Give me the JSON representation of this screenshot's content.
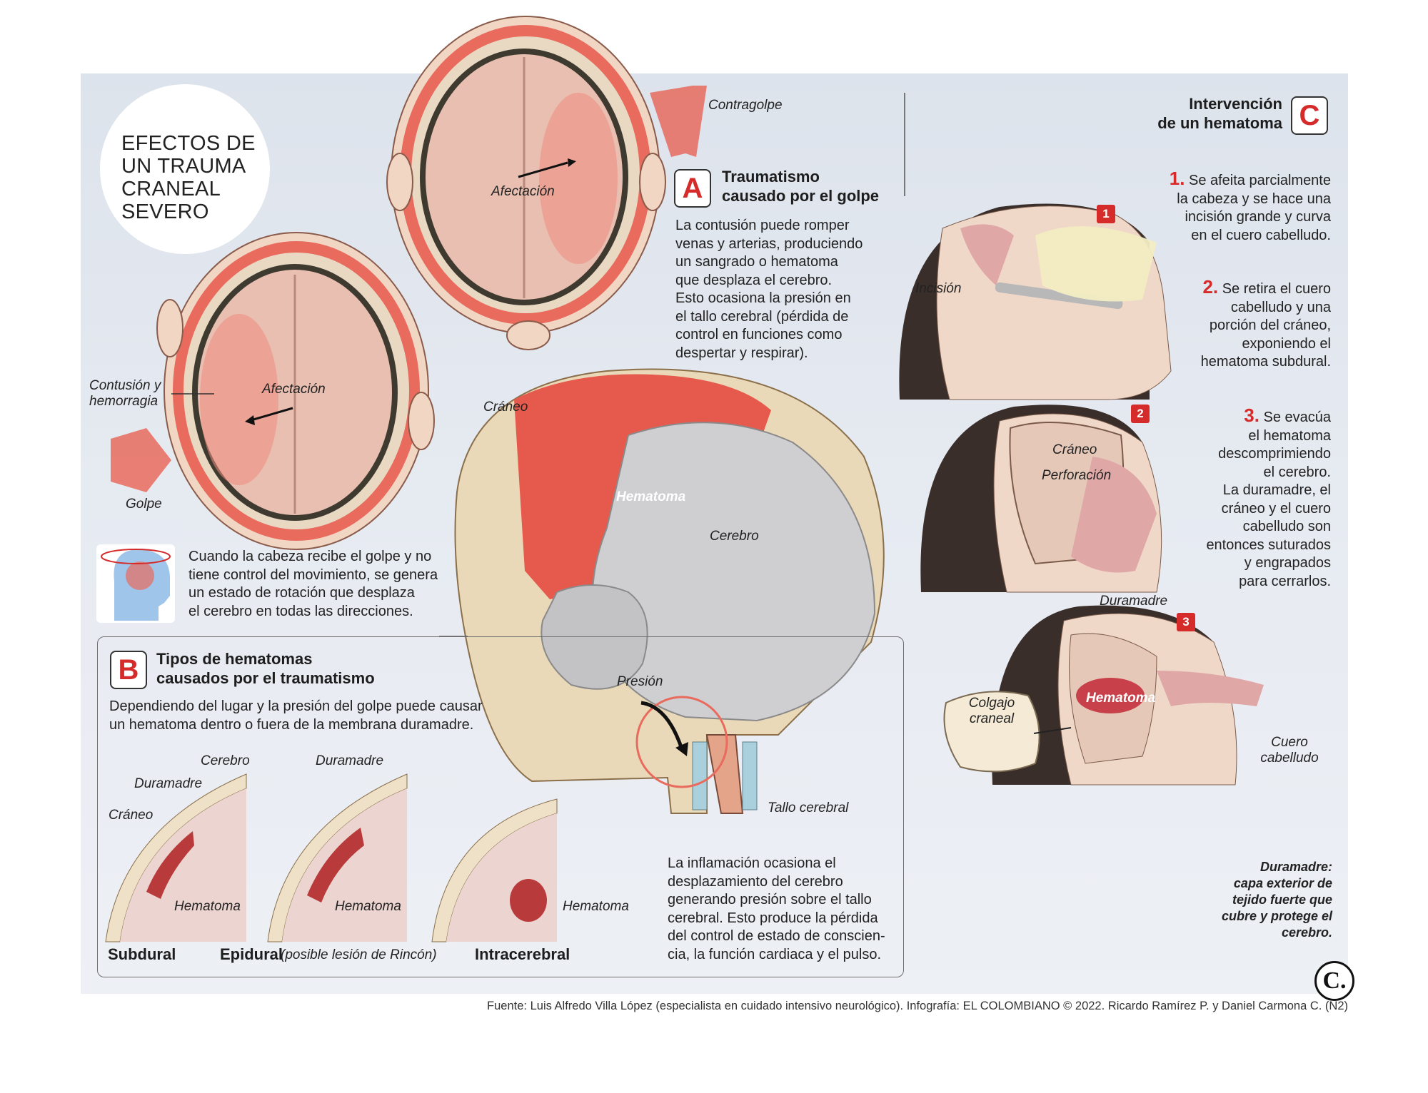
{
  "title": {
    "lines": [
      "EFECTOS DE",
      "UN TRAUMA",
      "CRANEAL",
      "SEVERO"
    ]
  },
  "skull_views": {
    "contragolpe": "Contragolpe",
    "afectacion_top": "Afectación",
    "afectacion_left": "Afectación",
    "contusion_line1": "Contusión y",
    "contusion_line2": "hemorragia",
    "golpe": "Golpe"
  },
  "rotation_note": {
    "lines": [
      "Cuando la cabeza recibe el golpe y no",
      "tiene control del movimiento, se genera",
      "un estado de rotación que desplaza",
      "el cerebro en todas las direcciones."
    ]
  },
  "section_a": {
    "badge": "A",
    "heading_lines": [
      "Traumatismo",
      "causado por el golpe"
    ],
    "body_lines": [
      "La contusión puede romper",
      "venas y arterias, produciendo",
      "un sangrado o hematoma",
      "que desplaza el cerebro.",
      "Esto ocasiona la presión en",
      "el tallo cerebral (pérdida de",
      "control en funciones como",
      "despertar y respirar)."
    ]
  },
  "central": {
    "craneo": "Cráneo",
    "hematoma": "Hematoma",
    "cerebro": "Cerebro",
    "presion": "Presión",
    "tallo": "Tallo cerebral",
    "inflammation_lines": [
      "La inflamación ocasiona el",
      "desplazamiento del cerebro",
      "generando presión sobre el tallo",
      "cerebral. Esto produce la pérdida",
      "del control de estado de conscien-",
      "cia, la función cardiaca y el pulso."
    ]
  },
  "section_b": {
    "badge": "B",
    "heading_lines": [
      "Tipos de hematomas",
      "causados por el traumatismo"
    ],
    "intro_lines": [
      "Dependiendo del lugar y la presión del golpe puede causar",
      "un hematoma dentro o fuera de la membrana duramadre."
    ],
    "labels": {
      "cerebro": "Cerebro",
      "duramadre1": "Duramadre",
      "craneo": "Cráneo",
      "hematoma1": "Hematoma",
      "duramadre2": "Duramadre",
      "hematoma2": "Hematoma",
      "hematoma3": "Hematoma"
    },
    "types": {
      "subdural": "Subdural",
      "epidural": "Epidural",
      "epidural_note": "(posible lesión de Rincón)",
      "intracerebral": "Intracerebral"
    }
  },
  "section_c": {
    "badge": "C",
    "heading_lines": [
      "Intervención",
      "de un hematoma"
    ],
    "steps": [
      {
        "num": "1.",
        "lines": [
          "Se afeita parcialmente",
          "la cabeza y se hace una",
          "incisión grande y curva",
          "en el cuero cabelludo."
        ]
      },
      {
        "num": "2.",
        "lines": [
          "Se retira el cuero",
          "cabelludo y una",
          "porción del cráneo,",
          "exponiendo el",
          "hematoma subdural."
        ]
      },
      {
        "num": "3.",
        "lines": [
          "Se evacúa",
          "el hematoma",
          "descomprimiendo",
          "el cerebro.",
          "La duramadre, el",
          "cráneo y el cuero",
          "cabelludo son",
          "entonces suturados",
          "y engrapados",
          "para cerrarlos."
        ]
      }
    ],
    "figure_labels": {
      "incision": "Incisión",
      "craneo": "Cráneo",
      "perforacion": "Perforación",
      "duramadre": "Duramadre",
      "hematoma": "Hematoma",
      "colgajo_line1": "Colgajo",
      "colgajo_line2": "craneal",
      "cuero_line1": "Cuero",
      "cuero_line2": "cabelludo"
    },
    "step_badges": [
      "1",
      "2",
      "3"
    ],
    "definition_lines": [
      "Duramadre:",
      "capa exterior de",
      "tejido fuerte que",
      "cubre y protege el",
      "cerebro."
    ]
  },
  "footer": "Fuente: Luis Alfredo Villa López (especialista en cuidado intensivo neurológico). Infografía: EL COLOMBIANO © 2022. Ricardo Ramírez P. y Daniel Carmona C. (N2)",
  "logo": "C."
}
